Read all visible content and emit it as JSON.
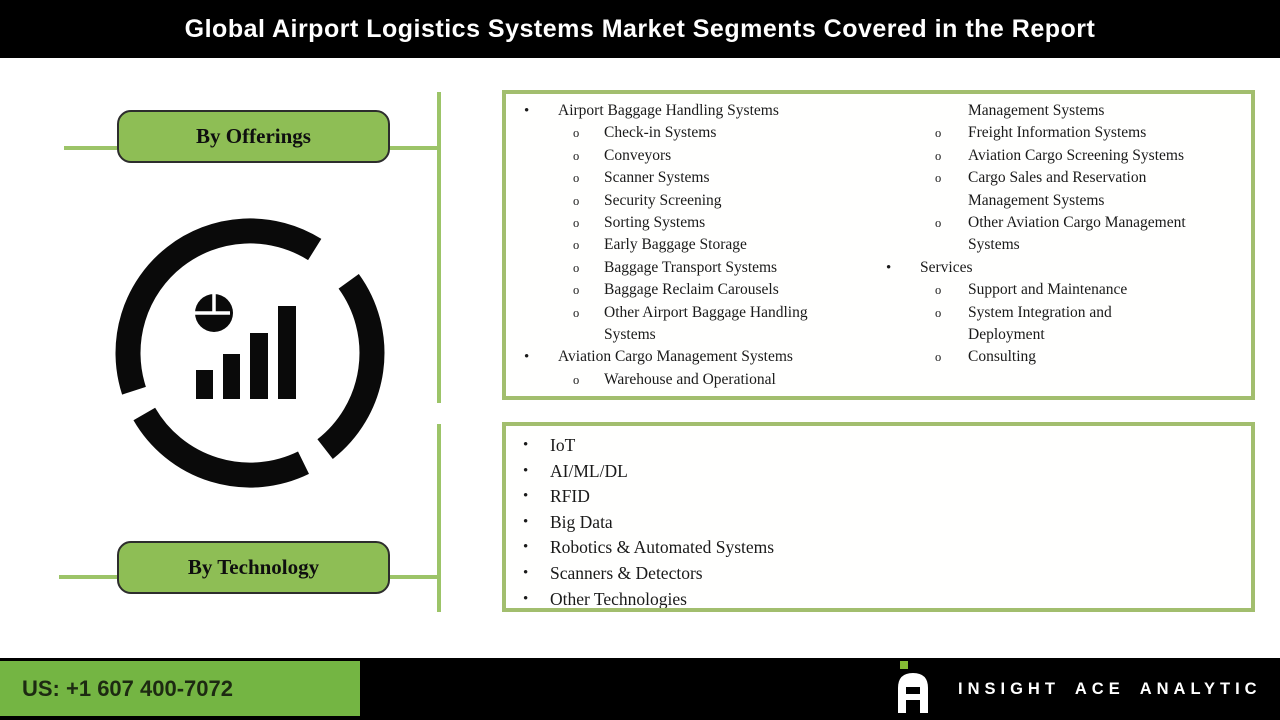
{
  "header": {
    "title": "Global Airport Logistics Systems Market Segments Covered in the Report"
  },
  "labels": {
    "offerings": "By Offerings",
    "technology": "By Technology"
  },
  "markers": {
    "1": "•",
    "2": "o"
  },
  "offerings_box": {
    "col1": [
      {
        "l": 1,
        "t": "Airport Baggage Handling Systems"
      },
      {
        "l": 2,
        "t": "Check-in Systems"
      },
      {
        "l": 2,
        "t": "Conveyors"
      },
      {
        "l": 2,
        "t": "Scanner Systems"
      },
      {
        "l": 2,
        "t": "Security Screening"
      },
      {
        "l": 2,
        "t": "Sorting Systems"
      },
      {
        "l": 2,
        "t": "Early Baggage Storage"
      },
      {
        "l": 2,
        "t": "Baggage Transport Systems"
      },
      {
        "l": 2,
        "t": "Baggage Reclaim Carousels"
      },
      {
        "l": 2,
        "t": [
          "Other Airport Baggage Handling",
          "Systems"
        ]
      },
      {
        "l": 1,
        "t": "Aviation Cargo Management Systems"
      },
      {
        "l": 2,
        "t": "Warehouse and Operational"
      }
    ],
    "col2": [
      {
        "l": "2c",
        "t": "Management Systems"
      },
      {
        "l": 2,
        "t": "Freight Information Systems"
      },
      {
        "l": 2,
        "t": "Aviation Cargo Screening Systems"
      },
      {
        "l": 2,
        "t": [
          "Cargo Sales and Reservation",
          "Management Systems"
        ]
      },
      {
        "l": 2,
        "t": [
          "Other Aviation Cargo Management",
          "Systems"
        ]
      },
      {
        "l": 1,
        "t": "Services"
      },
      {
        "l": 2,
        "t": "Support and Maintenance"
      },
      {
        "l": 2,
        "t": [
          "System Integration and",
          "Deployment"
        ]
      },
      {
        "l": 2,
        "t": "Consulting"
      }
    ]
  },
  "technology_box": {
    "items": [
      {
        "l": 1,
        "t": "IoT"
      },
      {
        "l": 1,
        "t": "AI/ML/DL"
      },
      {
        "l": 1,
        "t": "RFID"
      },
      {
        "l": 1,
        "t": "Big Data"
      },
      {
        "l": 1,
        "t": "Robotics & Automated Systems"
      },
      {
        "l": 1,
        "t": "Scanners & Detectors"
      },
      {
        "l": 1,
        "t": "Other Technologies"
      }
    ]
  },
  "footer": {
    "phone": "US: +1 607 400-7072",
    "brand": "INSIGHT ACE ANALYTIC"
  },
  "colors": {
    "header_bg": "#000000",
    "button_fill": "#8EBE55",
    "button_border": "#2d2d2d",
    "line_green": "#9CC468",
    "border_green": "#A2BE6E",
    "footer_green": "#74B543",
    "logo_green": "#85BB34",
    "text_dark": "#1A1A1A",
    "phone_text": "#1d2a12"
  }
}
